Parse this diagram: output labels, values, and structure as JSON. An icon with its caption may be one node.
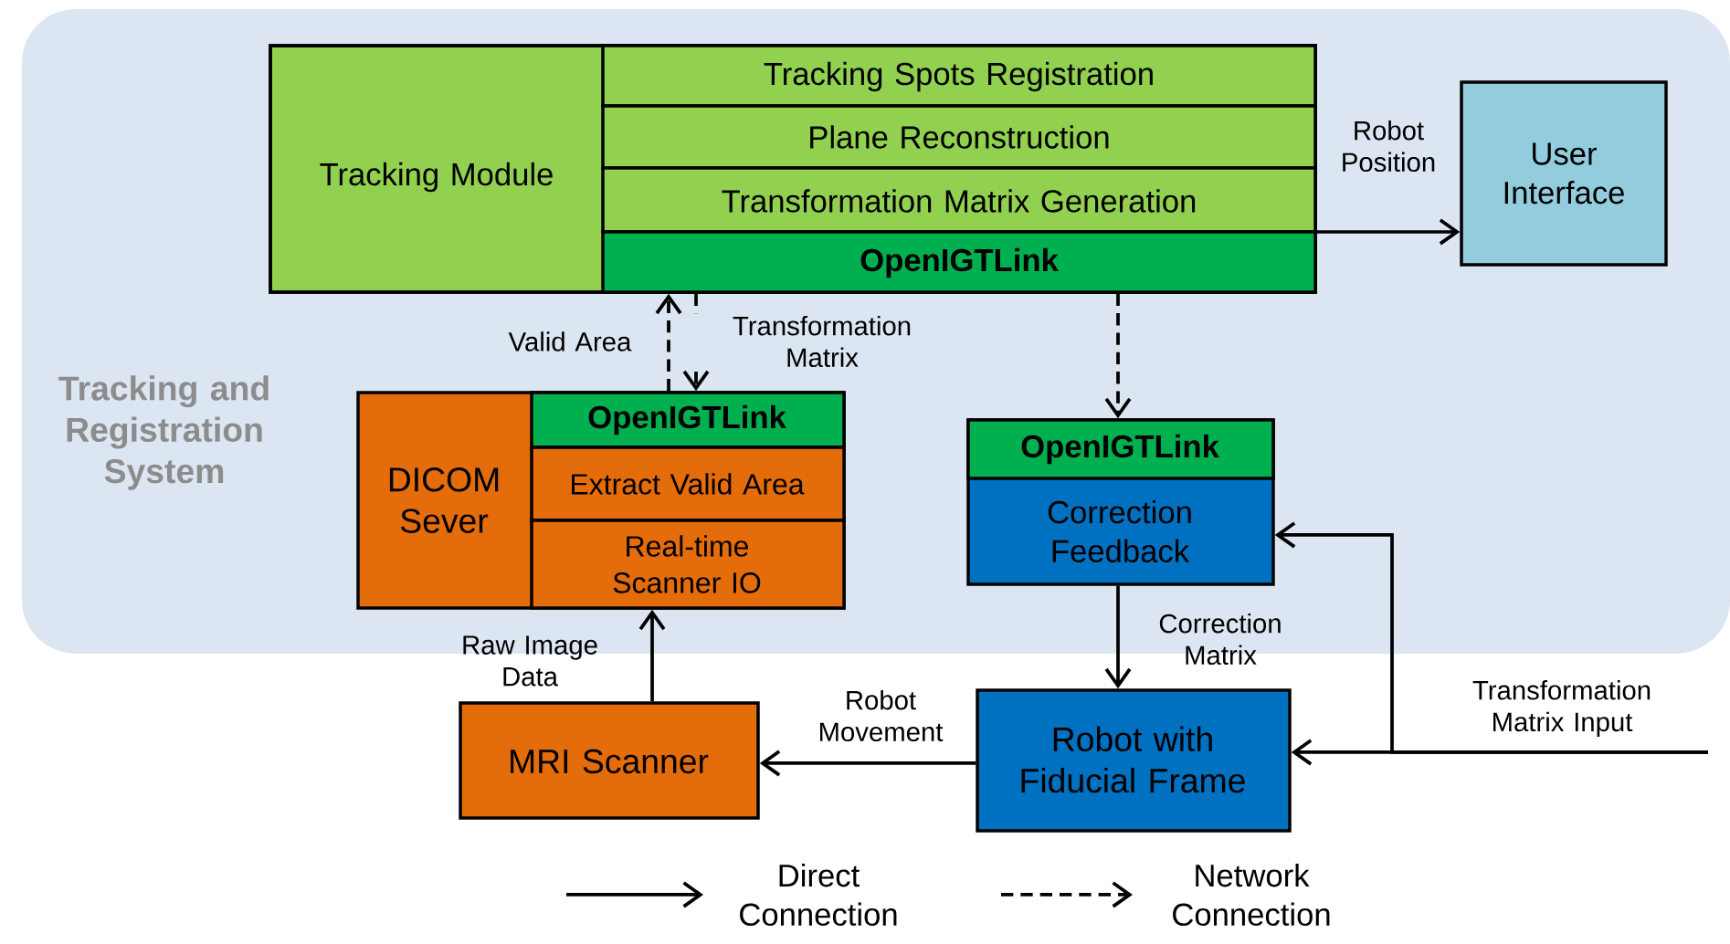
{
  "diagram": {
    "nodes": [
      {
        "text": [
          "Tracking and Registration System"
        ]
      },
      {
        "text": [
          "Tracking Module"
        ],
        "in": 0
      },
      {
        "text": [
          "Tracking Spots Registration"
        ],
        "in": 1
      },
      {
        "text": [
          "Plane Reconstruction"
        ],
        "in": 1
      },
      {
        "text": [
          "Transformation Matrix Generation"
        ],
        "in": 1
      },
      {
        "text": [
          "OpenIGTLink"
        ],
        "in": 1
      },
      {
        "text": [
          "User Interface"
        ],
        "in": 0
      },
      {
        "text": [
          "DICOM Sever"
        ],
        "in": 0
      },
      {
        "text": [
          "OpenIGTLink"
        ],
        "in": 7
      },
      {
        "text": [
          "Extract Valid Area"
        ],
        "in": 7
      },
      {
        "text": [
          "Real-time Scanner IO"
        ],
        "in": 7
      },
      {
        "text": [
          "OpenIGTLink",
          "Correction Feedback"
        ],
        "in": 0
      },
      {
        "text": [
          "MRI Scanner"
        ]
      },
      {
        "text": [
          "Robot with Fiducial Frame"
        ]
      }
    ],
    "edges": [
      {
        "from": 1,
        "to": 6,
        "arrow": "to",
        "label": "Robot Position"
      },
      {
        "from": 8,
        "to": 5,
        "arrow": "to",
        "style": "dashed",
        "label": "Valid Area"
      },
      {
        "from": 5,
        "to": 8,
        "arrow": "to",
        "style": "dashed",
        "label": "Transformation Matrix"
      },
      {
        "from": 5,
        "to": 11,
        "arrow": "to",
        "style": "dashed"
      },
      {
        "from": 11,
        "to": 13,
        "arrow": "to",
        "label": "Correction Matrix"
      },
      {
        "from": 12,
        "to": 10,
        "arrow": "to",
        "label": "Raw Image Data"
      },
      {
        "from": 13,
        "to": 12,
        "arrow": "to",
        "label": "Robot Movement"
      },
      {
        "from": null,
        "to": 13,
        "arrow": "to",
        "label": "Transformation Matrix Input"
      },
      {
        "from": null,
        "to": 11,
        "arrow": "to"
      }
    ],
    "legend": [
      {
        "text": "Direct Connection"
      },
      {
        "text": "Network Connection"
      }
    ]
  }
}
